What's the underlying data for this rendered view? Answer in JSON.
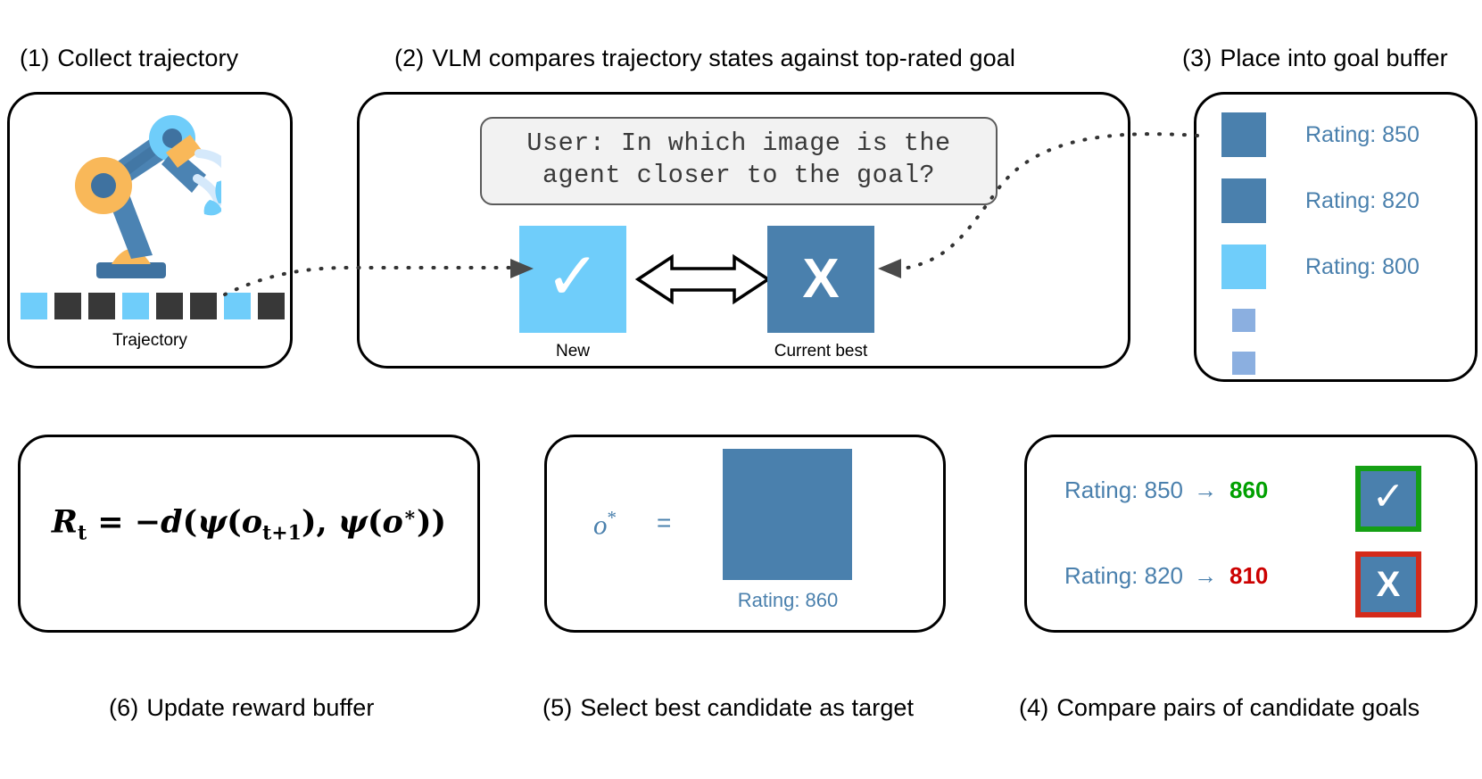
{
  "captions": {
    "step1": {
      "num": "(1)",
      "text": "Collect trajectory"
    },
    "step2": {
      "num": "(2)",
      "text": "VLM compares trajectory states against top-rated goal"
    },
    "step3": {
      "num": "(3)",
      "text": "Place into goal buffer"
    },
    "step4": {
      "num": "(4)",
      "text": "Compare pairs of candidate goals"
    },
    "step5": {
      "num": "(5)",
      "text": "Select best candidate as target"
    },
    "step6": {
      "num": "(6)",
      "text": "Update reward buffer"
    }
  },
  "colors": {
    "steel_blue": "#4a80ad",
    "light_blue": "#6fcdfa",
    "faded_blue": "#8bafe0",
    "dark_square": "#383838",
    "green": "#15a015",
    "red": "#d42a1a",
    "green_text": "#00a000",
    "red_text": "#cc0000"
  },
  "panel1": {
    "trajectory_label": "Trajectory",
    "trajectory_squares": [
      "light",
      "dark",
      "dark",
      "light",
      "dark",
      "dark",
      "light",
      "dark"
    ],
    "robot_icon": "robot-arm-icon"
  },
  "panel2": {
    "prompt_line1": "User: In which image is the",
    "prompt_line2": "agent closer to the goal?",
    "new": {
      "label": "New",
      "glyph": "check-icon",
      "glyph_char": "✓"
    },
    "current_best": {
      "label": "Current best",
      "glyph": "x-icon",
      "glyph_char": "X"
    },
    "compare_arrow": "double-headed-arrow-icon"
  },
  "panel3": {
    "items": [
      {
        "rating": "Rating: 850",
        "color": "steel",
        "size": 50
      },
      {
        "rating": "Rating: 820",
        "color": "steel",
        "size": 50
      },
      {
        "rating": "Rating: 800",
        "color": "light",
        "size": 50
      },
      {
        "rating": "",
        "color": "faded",
        "size": 26
      },
      {
        "rating": "",
        "color": "faded",
        "size": 26
      }
    ]
  },
  "panel4": {
    "rows": [
      {
        "old": "Rating: 850",
        "arrow": "→",
        "new": "860",
        "direction": "up",
        "verdict": "check-icon",
        "verdict_char": "✓"
      },
      {
        "old": "Rating: 820",
        "arrow": "→",
        "new": "810",
        "direction": "down",
        "verdict": "x-icon",
        "verdict_char": "X"
      }
    ]
  },
  "panel5": {
    "symbol": "o",
    "symbol_sup": "*",
    "equals": "=",
    "rating": "Rating: 860"
  },
  "panel6": {
    "formula_plain": "R_t = -d(psi(o_{t+1}), psi(o*))",
    "formula_parts": {
      "R": "R",
      "t": "t",
      "eq": "= −",
      "d": "d",
      "open": "(",
      "psi": "ψ",
      "o": "o",
      "sub_t1": "t+1",
      "comma": ",",
      "star": "*",
      "close": ")"
    }
  }
}
